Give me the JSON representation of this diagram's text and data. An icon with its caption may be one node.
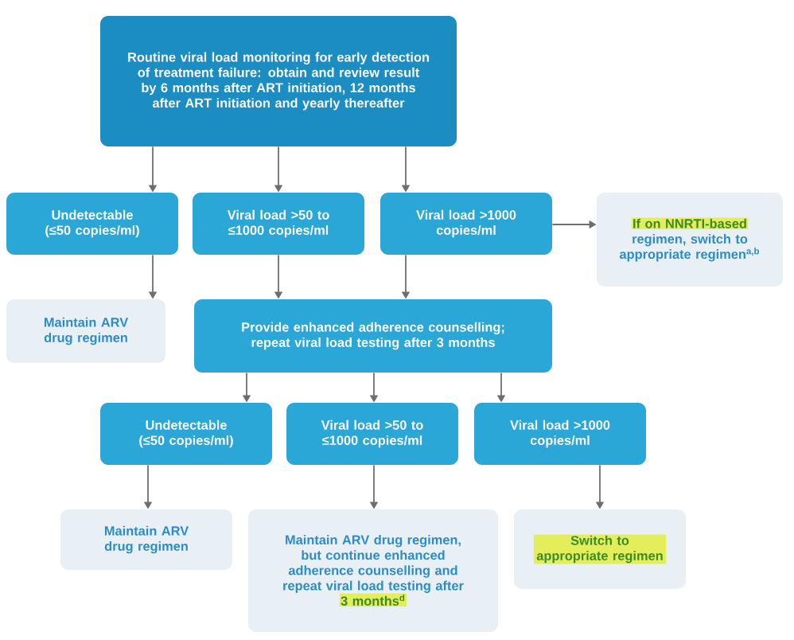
{
  "diagram": {
    "nodes": [
      {
        "text": [
          "Routine viral load monitoring for early detection of treatment failure: obtain and review result by 6 months after ART initiation, 12 months after ART initiation and yearly thereafter"
        ]
      },
      {
        "text": [
          "Undetectable (≤50 copies/ml)"
        ]
      },
      {
        "text": [
          "Viral load >50 to ≤1000 copies/ml"
        ]
      },
      {
        "text": [
          "Viral load >1000 copies/ml"
        ]
      },
      {
        "text": [
          "If on NNRTI-based",
          "regimen, switch to appropriate regimen$^{a,b}$"
        ]
      },
      {
        "text": [
          "Maintain ARV drug regimen"
        ]
      },
      {
        "text": [
          "Provide enhanced adherence counselling; repeat viral load testing after 3 months"
        ]
      },
      {
        "text": [
          "Undetectable (≤50 copies/ml)"
        ]
      },
      {
        "text": [
          "Viral load >50 to ≤1000 copies/ml"
        ]
      },
      {
        "text": [
          "Viral load >1000 copies/ml"
        ]
      },
      {
        "text": [
          "Maintain ARV drug regimen"
        ]
      },
      {
        "text": [
          "Maintain ARV drug regimen, but continue enhanced adherence counselling and repeat viral load testing after",
          "3 months$^{d}$"
        ]
      },
      {
        "text": [
          "Switch to appropriate regimen"
        ]
      }
    ],
    "edges": [
      {
        "from": 0,
        "to": 1,
        "arrow": "to"
      },
      {
        "from": 0,
        "to": 2,
        "arrow": "to"
      },
      {
        "from": 0,
        "to": 3,
        "arrow": "to"
      },
      {
        "from": 3,
        "to": 4,
        "arrow": "to"
      },
      {
        "from": 1,
        "to": 5,
        "arrow": "to"
      },
      {
        "from": 2,
        "to": 6,
        "arrow": "to"
      },
      {
        "from": 3,
        "to": 6,
        "arrow": "to"
      },
      {
        "from": 6,
        "to": 7,
        "arrow": "to"
      },
      {
        "from": 6,
        "to": 8,
        "arrow": "to"
      },
      {
        "from": 6,
        "to": 9,
        "arrow": "to"
      },
      {
        "from": 7,
        "to": 10,
        "arrow": "to"
      },
      {
        "from": 8,
        "to": 11,
        "arrow": "to"
      },
      {
        "from": 9,
        "to": 12,
        "arrow": "to"
      }
    ]
  }
}
